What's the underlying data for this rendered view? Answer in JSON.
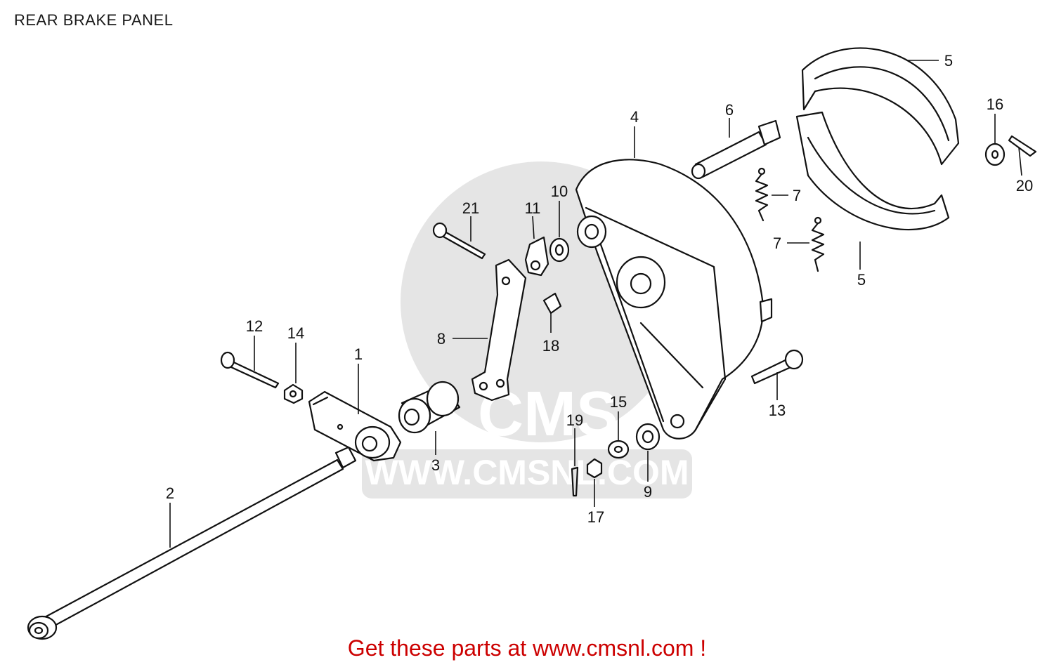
{
  "page": {
    "title": "REAR BRAKE PANEL",
    "footer": "Get these parts at www.cmsnl.com !"
  },
  "watermark": {
    "brand": "CMS",
    "url": "WWW.CMSNL.COM"
  },
  "callouts": [
    {
      "id": "c1",
      "label": "1"
    },
    {
      "id": "c2",
      "label": "2"
    },
    {
      "id": "c3",
      "label": "3"
    },
    {
      "id": "c4",
      "label": "4"
    },
    {
      "id": "c5a",
      "label": "5"
    },
    {
      "id": "c5b",
      "label": "5"
    },
    {
      "id": "c6",
      "label": "6"
    },
    {
      "id": "c7a",
      "label": "7"
    },
    {
      "id": "c7b",
      "label": "7"
    },
    {
      "id": "c8",
      "label": "8"
    },
    {
      "id": "c9",
      "label": "9"
    },
    {
      "id": "c10",
      "label": "10"
    },
    {
      "id": "c11",
      "label": "11"
    },
    {
      "id": "c12",
      "label": "12"
    },
    {
      "id": "c13",
      "label": "13"
    },
    {
      "id": "c14",
      "label": "14"
    },
    {
      "id": "c15",
      "label": "15"
    },
    {
      "id": "c16",
      "label": "16"
    },
    {
      "id": "c17",
      "label": "17"
    },
    {
      "id": "c18",
      "label": "18"
    },
    {
      "id": "c19",
      "label": "19"
    },
    {
      "id": "c20",
      "label": "20"
    },
    {
      "id": "c21",
      "label": "21"
    }
  ]
}
